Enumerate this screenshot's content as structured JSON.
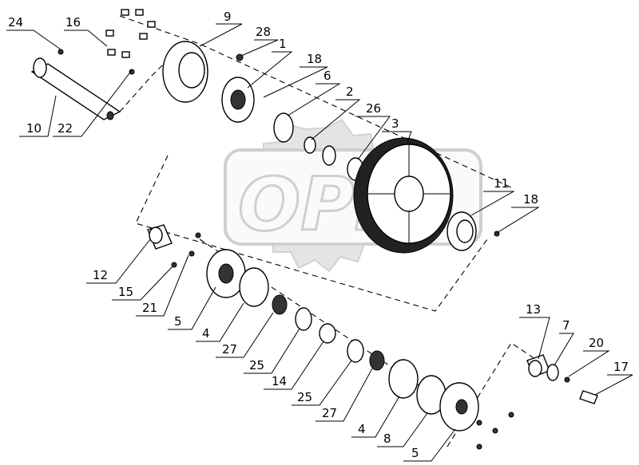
{
  "watermark": {
    "text": "OPI"
  },
  "callouts": [
    "24",
    "16",
    "9",
    "28",
    "1",
    "18",
    "6",
    "2",
    "26",
    "3",
    "10",
    "22",
    "11",
    "18",
    "12",
    "15",
    "21",
    "5",
    "4",
    "27",
    "25",
    "14",
    "25",
    "27",
    "4",
    "8",
    "5",
    "13",
    "7",
    "20",
    "17"
  ]
}
